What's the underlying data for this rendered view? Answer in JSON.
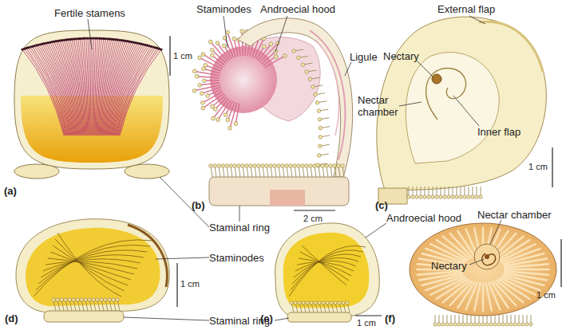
{
  "diagram": {
    "labels": [
      "Staminodes",
      "Androecial hood",
      "External flap",
      "Fertile stamens",
      "Ligule",
      "Nectary",
      "1 cm",
      "Nectar chamber",
      "Inner flap",
      "(a)",
      "2 cm",
      "(b)",
      "1 cm",
      "(c)",
      "Androecial hood",
      "Nectar chamber",
      "Staminal ring",
      "Staminodes",
      "Nectary",
      "1 cm",
      "1 cm",
      "(d)",
      "(e)",
      "(f)",
      "Staminal ring",
      "1 cm"
    ]
  }
}
